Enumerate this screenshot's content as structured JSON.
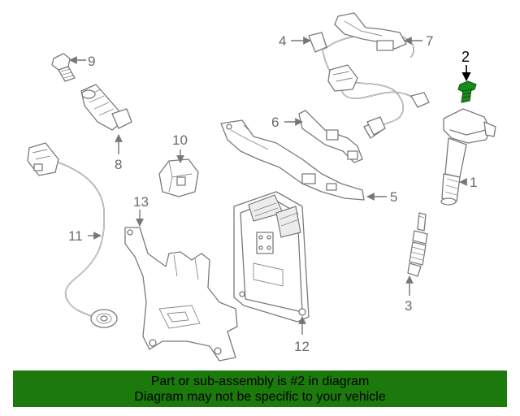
{
  "diagram": {
    "callouts": {
      "c1": "1",
      "c2": "2",
      "c3": "3",
      "c4": "4",
      "c5": "5",
      "c6": "6",
      "c7": "7",
      "c8": "8",
      "c9": "9",
      "c10": "10",
      "c11": "11",
      "c12": "12",
      "c13": "13"
    },
    "highlighted_part": "2",
    "highlight_color": "#1a8a1a"
  },
  "banner": {
    "line1": "Part or sub-assembly is #2 in diagram",
    "line2": "Diagram may not be specific to your vehicle",
    "background": "#1c7a0c"
  }
}
